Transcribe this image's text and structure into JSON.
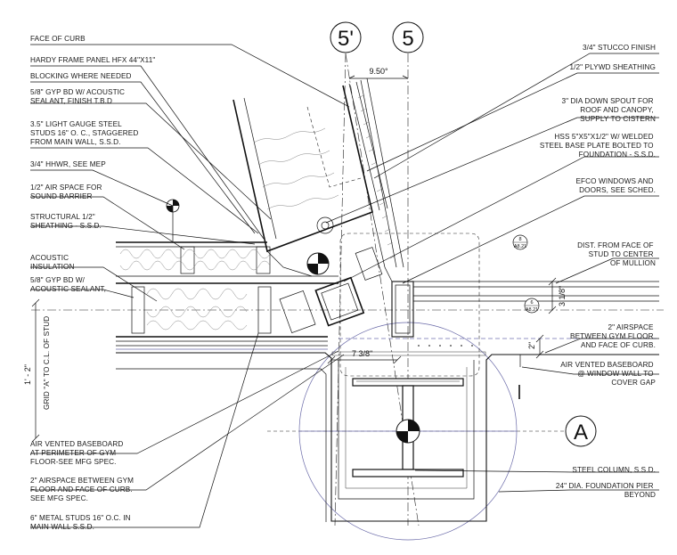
{
  "grid": {
    "bubble_left": "5'",
    "bubble_right": "5",
    "bubble_a": "A"
  },
  "dimensions": {
    "angle": "9.50°",
    "offset": "7 3/8\"",
    "right_small": "3 1/8\"",
    "airspace": "2\"",
    "grid_a_to_stud": "1' - 2\"",
    "grid_a_note": "GRID \"A\" TO C.L. OF STUD"
  },
  "section_tags": [
    {
      "number": "8",
      "sheet": "A8.21"
    },
    {
      "number": "6",
      "sheet": "A8.21"
    }
  ],
  "left_notes": [
    {
      "lines": [
        "FACE OF CURB"
      ]
    },
    {
      "lines": [
        "HARDY FRAME PANEL HFX 44\"X11\""
      ]
    },
    {
      "lines": [
        "BLOCKING WHERE NEEDED"
      ]
    },
    {
      "lines": [
        "5/8\" GYP BD W/ ACOUSTIC",
        "SEALANT, FINISH T.B.D"
      ]
    },
    {
      "lines": [
        "3.5\" LIGHT GAUGE STEEL",
        "STUDS 16\" O. C., STAGGERED",
        "FROM MAIN WALL, S.S.D."
      ]
    },
    {
      "lines": [
        "3/4\" HHWR, SEE MEP"
      ]
    },
    {
      "lines": [
        "1/2\" AIR SPACE FOR",
        "SOUND BARRIER"
      ]
    },
    {
      "lines": [
        "STRUCTURAL 1/2\"",
        "SHEATHING - S.S.D."
      ]
    },
    {
      "lines": [
        "ACOUSTIC",
        "INSULATION"
      ]
    },
    {
      "lines": [
        "5/8\" GYP BD W/",
        "ACOUSTIC SEALANT,"
      ]
    },
    {
      "lines": [
        "AIR VENTED BASEBOARD",
        "AT PERIMETER OF GYM",
        "FLOOR-SEE MFG SPEC."
      ]
    },
    {
      "lines": [
        "2\" AIRSPACE BETWEEN GYM",
        "FLOOR AND FACE OF CURB.",
        "SEE MFG SPEC."
      ]
    },
    {
      "lines": [
        "6\" METAL STUDS 16\" O.C. IN",
        "MAIN WALL S.S.D."
      ]
    }
  ],
  "right_notes": [
    {
      "lines": [
        "3/4\" STUCCO FINISH"
      ]
    },
    {
      "lines": [
        "1/2\" PLYWD SHEATHING"
      ]
    },
    {
      "lines": [
        "3\" DIA DOWN SPOUT FOR",
        "ROOF AND CANOPY,",
        "SUPPLY TO CISTERN"
      ]
    },
    {
      "lines": [
        "HSS 5\"X5\"X1/2\" W/ WELDED",
        "STEEL BASE PLATE BOLTED TO",
        "FOUNDATION - S.S.D."
      ]
    },
    {
      "lines": [
        "EFCO WINDOWS AND",
        "DOORS, SEE SCHED."
      ]
    },
    {
      "lines": [
        "DIST. FROM FACE OF",
        "STUD TO CENTER",
        "OF MULLION"
      ]
    },
    {
      "lines": [
        "2\" AIRSPACE",
        "BETWEEN GYM FLOOR",
        "AND FACE OF CURB."
      ]
    },
    {
      "lines": [
        "AIR VENTED BASEBOARD",
        "@ WINDOW WALL TO",
        "COVER GAP"
      ]
    },
    {
      "lines": [
        "STEEL COLUMN, S.S.D."
      ]
    },
    {
      "lines": [
        "24\" DIA. FOUNDATION PIER",
        "BEYOND"
      ]
    }
  ]
}
